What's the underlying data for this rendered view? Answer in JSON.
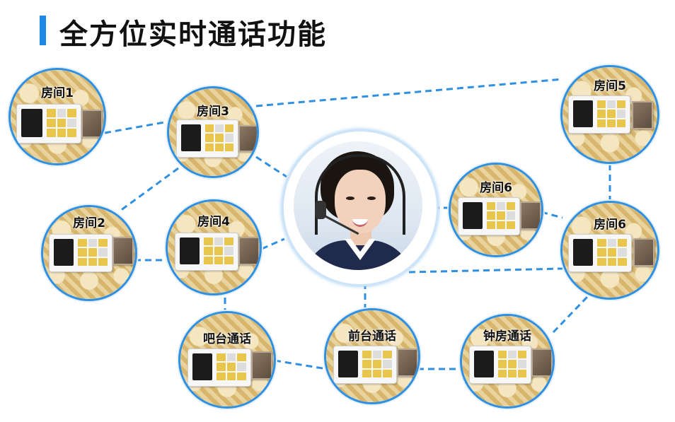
{
  "title": "全方位实时通话功能",
  "accent_color": "#1e88e5",
  "link_color": "#2f8fe0",
  "center_icon": "operator-headset-icon",
  "nodes": {
    "room1": "房间1",
    "room3": "房间3",
    "room5": "房间5",
    "room2": "房间2",
    "room4": "房间4",
    "room6a": "房间6",
    "room6b": "房间6",
    "bar": "吧台通话",
    "front": "前台通话",
    "clock": "钟房通话"
  }
}
